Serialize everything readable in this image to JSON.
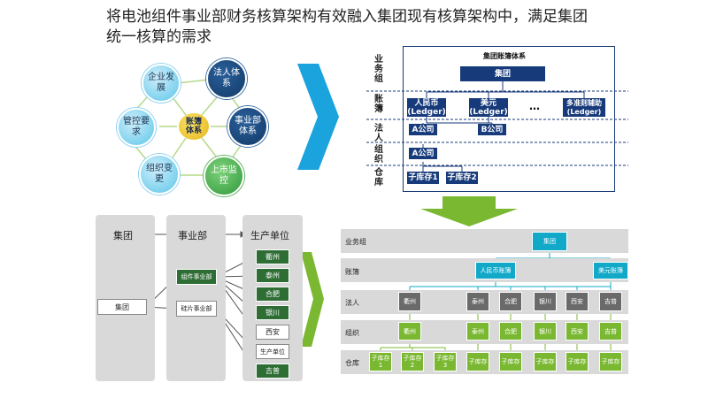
{
  "title": "将电池组件事业部财务核算架构有效融入集团现有核算架构中，满足集团统一核算的需求",
  "cycle": {
    "center": "账簿\n体系",
    "nodes": [
      {
        "label": "企业发\n展",
        "style": "light"
      },
      {
        "label": "法人体\n系",
        "style": "navy"
      },
      {
        "label": "事业部\n体系",
        "style": "navy"
      },
      {
        "label": "上市监\n控",
        "style": "green"
      },
      {
        "label": "组织变\n更",
        "style": "light"
      },
      {
        "label": "管控要\n求",
        "style": "light"
      }
    ]
  },
  "ledger_diagram": {
    "title": "集团账簿体系",
    "group": "集团",
    "row_labels": [
      "业务组",
      "账簿",
      "法人",
      "组织",
      "仓库"
    ],
    "ledgers": [
      "人民币\n(Ledger)",
      "美元\n(Ledger)",
      "多准则辅助\n(Ledger)"
    ],
    "ellipsis": "…",
    "legal": [
      "A公司",
      "B公司"
    ],
    "org": [
      "A公司"
    ],
    "warehouses": [
      "子库存1",
      "子库存2"
    ]
  },
  "matrix": {
    "row_labels": [
      "业务组",
      "账簿",
      "法人",
      "组织",
      "仓库"
    ],
    "group": "集团",
    "books": [
      "人民币账簿",
      "美元账簿"
    ],
    "legal": [
      "衢州",
      "泰州",
      "合肥",
      "银川",
      "西安",
      "吉普"
    ],
    "org": [
      "衢州",
      "泰州",
      "合肥",
      "银川",
      "西安",
      "吉普"
    ],
    "warehouses": [
      "子库存\n1",
      "子库存\n2",
      "子库存\n3",
      "子库存",
      "子库存",
      "子库存",
      "子库存",
      "子库存"
    ]
  },
  "flow": {
    "headers": [
      "集团",
      "事业部",
      "生产单位"
    ],
    "group_box": "集团",
    "divisions": [
      "组件事业部",
      "硅片事业部"
    ],
    "units": [
      "衢州",
      "泰州",
      "合肥",
      "银川",
      "西安",
      "生产单位",
      "吉普"
    ]
  },
  "colors": {
    "navy": "#173a7a",
    "arrow_blue": "#1aa3dc",
    "arrow_green": "#7ab831",
    "teal": "#12a9c9"
  }
}
